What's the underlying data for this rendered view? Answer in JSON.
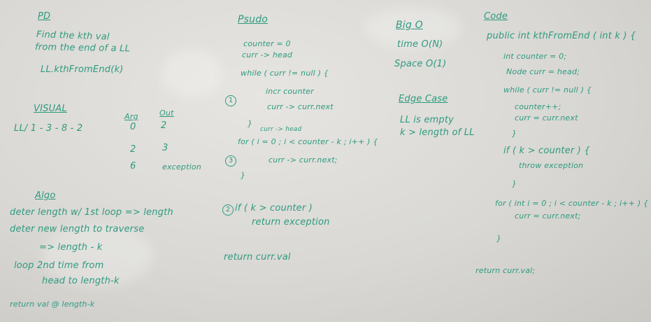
{
  "pd": {
    "heading": "PD",
    "line1": "Find the kth val",
    "line2": "from the end of a LL",
    "line3": "LL.kthFromEnd(k)"
  },
  "visual": {
    "heading": "VISUAL",
    "list": "LL/ 1 - 3 - 8 - 2",
    "arg_header": "Arg",
    "out_header": "Out",
    "rows": [
      {
        "arg": "0",
        "out": "2"
      },
      {
        "arg": "2",
        "out": "3"
      },
      {
        "arg": "6",
        "out": "exception"
      }
    ]
  },
  "algo": {
    "heading": "Algo",
    "lines": [
      "deter length w/ 1st loop => length",
      "deter new length to traverse",
      "=> length - k",
      "loop 2nd time from",
      "head to length-k",
      "return val @ length-k"
    ]
  },
  "psudo": {
    "heading": "Psudo",
    "lines": [
      "counter = 0",
      "curr -> head",
      "while ( curr != null ) {",
      "incr counter",
      "curr -> curr.next",
      "}",
      "curr -> head",
      "for ( i = 0 ; i < counter - k ; i++ ) {",
      "curr -> curr.next;",
      "}",
      "if ( k > counter )",
      "return exception",
      "return curr.val"
    ],
    "step_marks": [
      "1",
      "3",
      "2"
    ]
  },
  "bigo": {
    "heading": "Big O",
    "time": "time O(N)",
    "space": "Space O(1)"
  },
  "edge": {
    "heading": "Edge Case",
    "line1": "LL is empty",
    "line2": "k > length of LL"
  },
  "code": {
    "heading": "Code",
    "lines": [
      "public int kthFromEnd ( int k ) {",
      "int counter = 0;",
      "Node curr = head;",
      "while ( curr != null ) {",
      "counter++;",
      "curr = curr.next",
      "}",
      "if ( k > counter ) {",
      "throw exception",
      "}",
      "for ( int i = 0 ; i < counter - k ; i++ ) {",
      "curr = curr.next;",
      "}",
      "return curr.val;"
    ]
  },
  "colors": {
    "marker": "#2e9a7f",
    "board": "#dcdbd7"
  }
}
